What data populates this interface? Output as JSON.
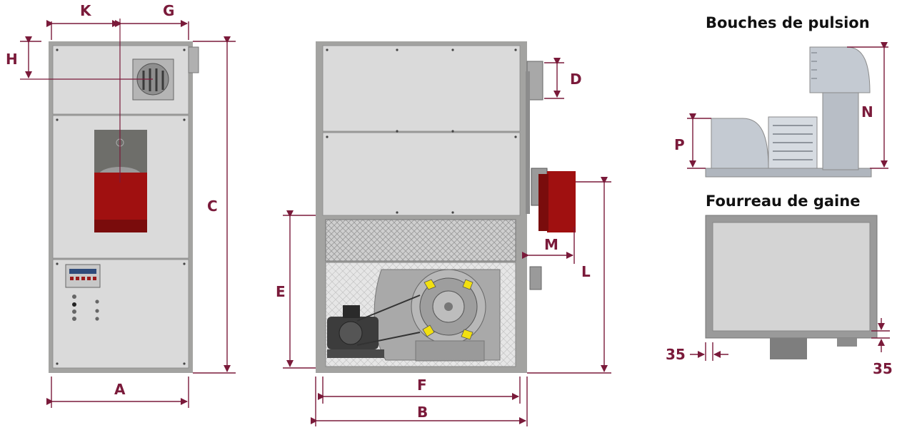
{
  "colors": {
    "dimension": "#7a1a3a",
    "cabinet_frame": "#9c9c9a",
    "cabinet_panel": "#d9d9d9",
    "burner_red": "#a01010",
    "fan_yellow": "#f2e010"
  },
  "headings": {
    "pulsion": "Bouches de pulsion",
    "gaine": "Fourreau de gaine"
  },
  "dimensions": {
    "A": "A",
    "B": "B",
    "C": "C",
    "D": "D",
    "E": "E",
    "F": "F",
    "G": "G",
    "H": "H",
    "K": "K",
    "L": "L",
    "M": "M",
    "N": "N",
    "P": "P",
    "duct_margin_left": "35",
    "duct_margin_bottom": "35"
  }
}
